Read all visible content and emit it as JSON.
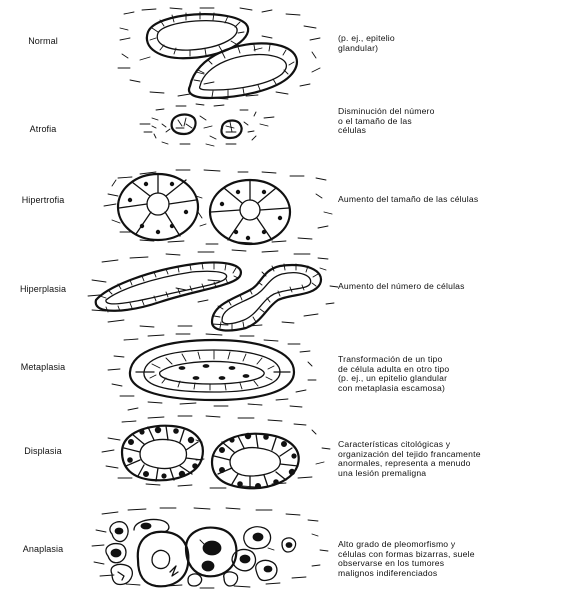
{
  "rows": [
    {
      "label": "Normal",
      "description": [
        "(p. ej., epitelio",
        "glandular)"
      ]
    },
    {
      "label": "Atrofia",
      "description": [
        "Disminución del número",
        "o el tamaño de las",
        "células"
      ]
    },
    {
      "label": "Hipertrofia",
      "description": [
        "Aumento del tamaño de las células"
      ]
    },
    {
      "label": "Hiperplasia",
      "description": [
        "Aumento del número de células"
      ]
    },
    {
      "label": "Metaplasia",
      "description": [
        "Transformación de un tipo",
        "de célula adulta en otro tipo",
        "(p. ej., un epitelio glandular",
        "con metaplasia escamosa)"
      ]
    },
    {
      "label": "Displasia",
      "description": [
        "Características citológicas y",
        "organización del tejido francamente",
        "anormales, representa a menudo",
        "una lesión premaligna"
      ]
    },
    {
      "label": "Anaplasia",
      "description": [
        "Alto grado de pleomorfismo y",
        "células con formas bizarras, suele",
        "observarse en los tumores",
        "malignos indiferenciados"
      ]
    }
  ],
  "ink_color": "#111111",
  "background_color": "#ffffff"
}
